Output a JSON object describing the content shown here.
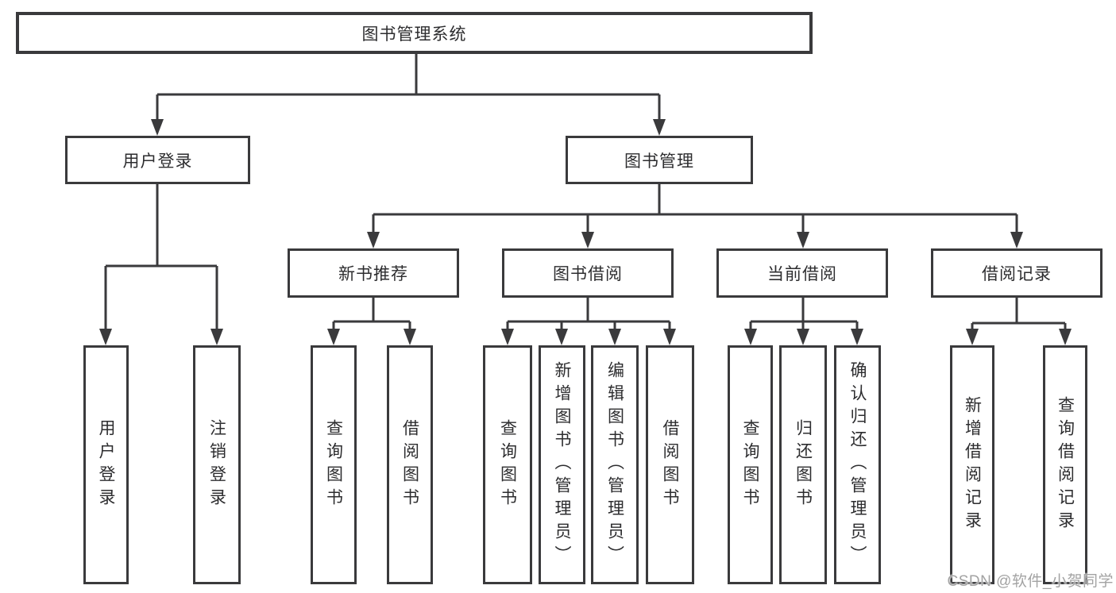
{
  "diagram": {
    "root": {
      "label": "图书管理系统",
      "children": [
        {
          "label": "用户登录",
          "children": [
            {
              "label": "用户登录"
            },
            {
              "label": "注销登录"
            }
          ]
        },
        {
          "label": "图书管理",
          "children": [
            {
              "label": "新书推荐",
              "children": [
                {
                  "label": "查询图书"
                },
                {
                  "label": "借阅图书"
                }
              ]
            },
            {
              "label": "图书借阅",
              "children": [
                {
                  "label": "查询图书"
                },
                {
                  "label": "新增图书（管理员）"
                },
                {
                  "label": "编辑图书（管理员）"
                },
                {
                  "label": "借阅图书"
                }
              ]
            },
            {
              "label": "当前借阅",
              "children": [
                {
                  "label": "查询图书"
                },
                {
                  "label": "归还图书"
                },
                {
                  "label": "确认归还（管理员）"
                }
              ]
            },
            {
              "label": "借阅记录",
              "children": [
                {
                  "label": "新增借阅记录"
                },
                {
                  "label": "查询借阅记录"
                }
              ]
            }
          ]
        }
      ]
    }
  },
  "watermark": {
    "text": "CSDN @软件_小贺同学"
  },
  "colors": {
    "line": "#3a3a3c",
    "text": "#2d2d2f",
    "box_background": "#ffffff",
    "watermark": "#a3a3a3"
  }
}
